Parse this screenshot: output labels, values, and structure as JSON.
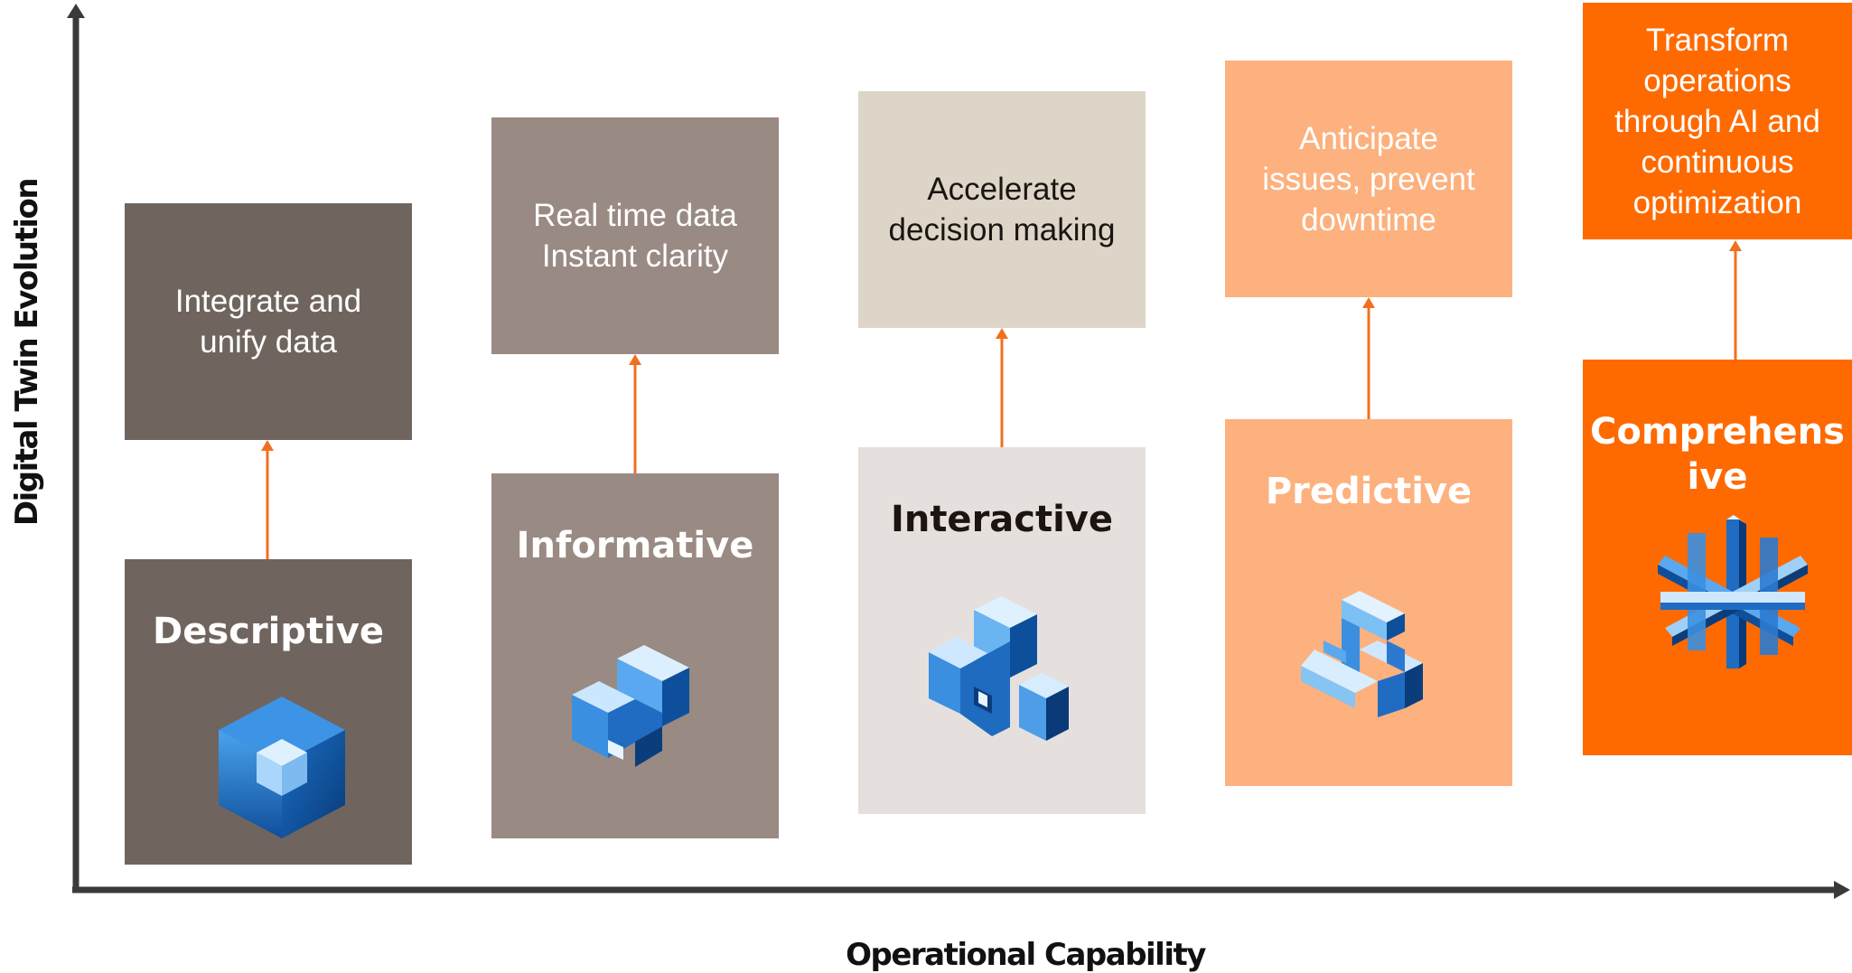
{
  "axes": {
    "x_label": "Operational Capability",
    "y_label": "Digital Twin Evolution"
  },
  "stages": [
    {
      "id": "descriptive",
      "title": "Descriptive",
      "description": "Integrate and\nunify data",
      "box_color": "#6f655e",
      "desc_box_color": "#6f655e",
      "title_color": "#ffffff",
      "desc_color": "#ffffff",
      "icon": "cube-with-inner-cube-icon"
    },
    {
      "id": "informative",
      "title": "Informative",
      "description": "Real time data\nInstant clarity",
      "box_color": "#998a83",
      "desc_box_color": "#998a83",
      "title_color": "#ffffff",
      "desc_color": "#ffffff",
      "icon": "stacked-blocks-icon"
    },
    {
      "id": "interactive",
      "title": "Interactive",
      "description": "Accelerate\ndecision making",
      "box_color": "#e5e0de",
      "desc_box_color": "#ddd6c8",
      "title_color": "#1c1410",
      "desc_color": "#1c1410",
      "icon": "interlocked-blocks-icon"
    },
    {
      "id": "predictive",
      "title": "Predictive",
      "description": "Anticipate\nissues, prevent\ndowntime",
      "box_color": "#fdb17e",
      "desc_box_color": "#fdb17e",
      "title_color": "#ffffff",
      "desc_color": "#ffffff",
      "icon": "woven-blocks-icon"
    },
    {
      "id": "comprehensive",
      "title": "Comprehensive",
      "description": "Transform\noperations\nthrough AI and\ncontinuous\noptimization",
      "box_color": "#ff6a00",
      "desc_box_color": "#ff6a00",
      "title_color": "#ffffff",
      "desc_color": "#ffffff",
      "icon": "starburst-beams-icon"
    }
  ],
  "colors": {
    "axis": "#3a3a3a",
    "connector": "#f07020"
  }
}
